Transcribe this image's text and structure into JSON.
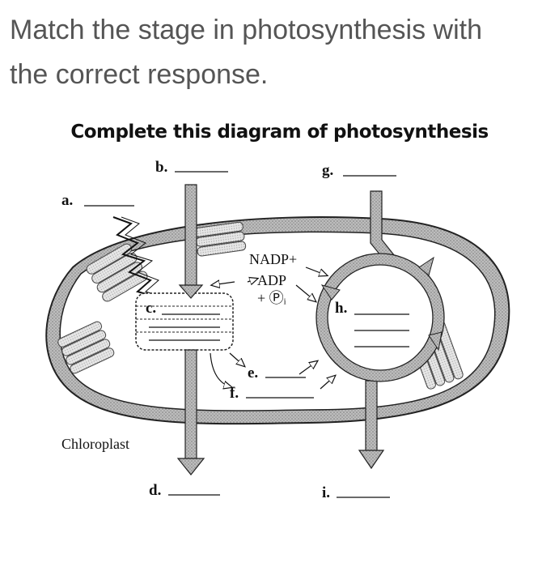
{
  "question": {
    "line1": "Match the stage in photosynthesis with",
    "line2": "the correct response."
  },
  "diagram": {
    "title": "Complete this diagram of photosynthesis",
    "labels": {
      "a": "a.",
      "b": "b.",
      "c": "c.",
      "d": "d.",
      "e": "e.",
      "f": "f.",
      "g": "g.",
      "h": "h.",
      "i": "i."
    },
    "chloroplast": "Chloroplast",
    "nadp": "NADP+",
    "adp": "ADP",
    "pi": "+ Ⓟᵢ"
  }
}
